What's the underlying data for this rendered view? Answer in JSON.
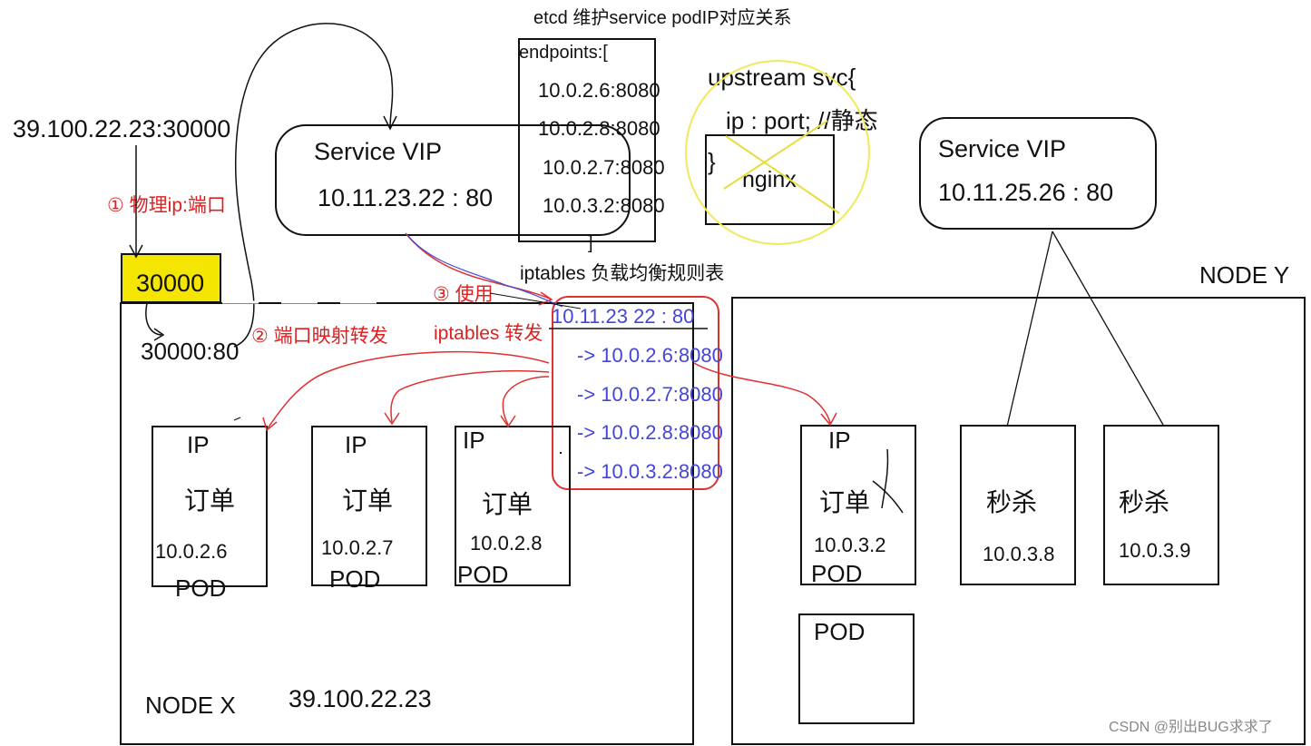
{
  "external_addr": "39.100.22.23:30000",
  "step1_label": "① 物理ip:端口",
  "nodeport_label": "30000",
  "port_mapping_label": "30000:80",
  "step2_label": "② 端口映射转发",
  "etcd_title": "etcd   维护service podIP对应关系",
  "endpoints": {
    "header": "endpoints:[",
    "items": [
      "10.0.2.6:8080",
      "10.0.2.8:8080",
      "10.0.2.7:8080",
      "10.0.3.2:8080"
    ],
    "close": "]"
  },
  "service_left": {
    "title": "Service VIP",
    "addr": "10.11.23.22 : 80"
  },
  "upstream": {
    "line1": "upstream svc{",
    "line2": "ip : port; //静态",
    "line3": "}",
    "nginx": "nginx"
  },
  "service_right": {
    "title": "Service VIP",
    "addr": "10.11.25.26 : 80"
  },
  "iptables_title": "iptables 负载均衡规则表",
  "step3_label": "③ 使用",
  "iptables_forward_label": "iptables 转发",
  "iptables_rules": {
    "vip": "10.11.23 22 : 80",
    "targets": [
      "-> 10.0.2.6:8080",
      "-> 10.0.2.7:8080",
      "-> 10.0.2.8:8080",
      "-> 10.0.3.2:8080"
    ]
  },
  "node_x": {
    "label": "NODE  X",
    "ip": "39.100.22.23"
  },
  "node_y": {
    "label": "NODE Y"
  },
  "pods_x": [
    {
      "ip_label": "IP",
      "name": "订单",
      "ip": "10.0.2.6",
      "pod": "POD"
    },
    {
      "ip_label": "IP",
      "name": "订单",
      "ip": "10.0.2.7",
      "pod": "POD"
    },
    {
      "ip_label": "IP",
      "name": "订单",
      "ip": "10.0.2.8",
      "pod": "POD"
    }
  ],
  "pods_y": [
    {
      "ip_label": "IP",
      "name": "订单",
      "ip": "10.0.3.2",
      "pod": "POD"
    },
    {
      "name": "秒杀",
      "ip": "10.0.3.8"
    },
    {
      "name": "秒杀",
      "ip": "10.0.3.9"
    },
    {
      "pod": "POD"
    }
  ],
  "watermark": "CSDN @别出BUG求求了"
}
